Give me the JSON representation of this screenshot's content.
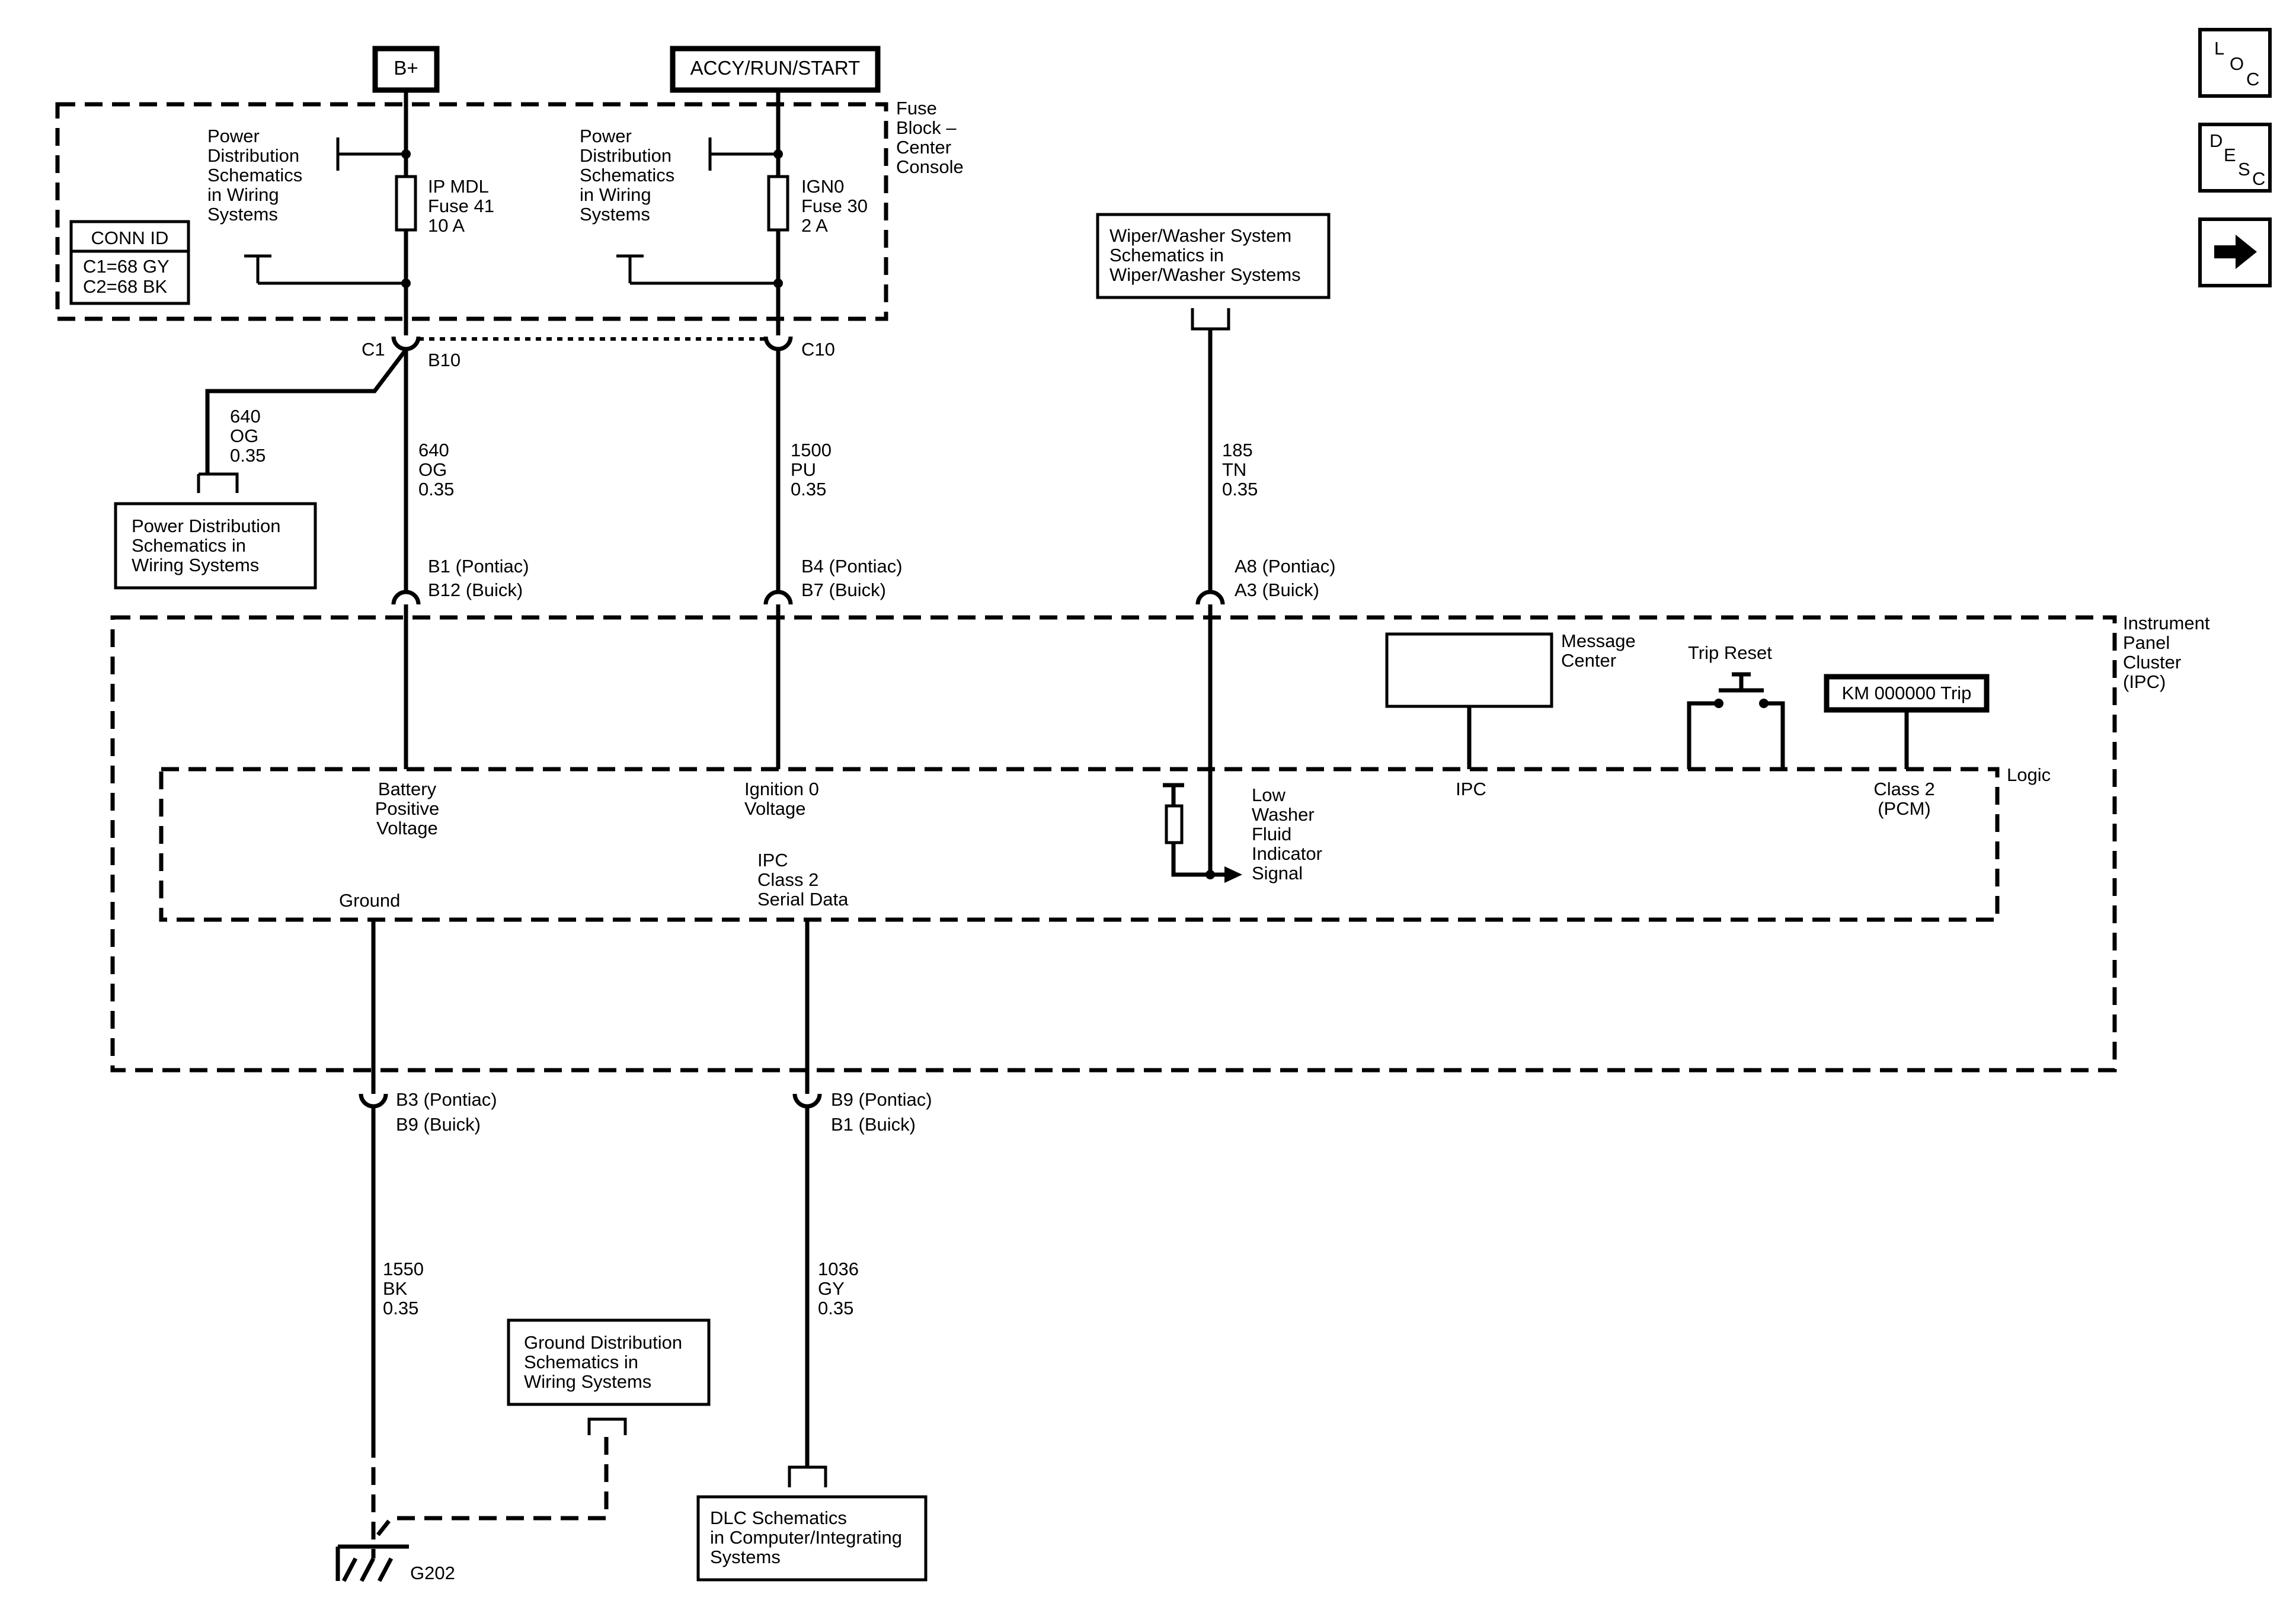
{
  "power_sources": {
    "bplus": "B+",
    "accy": "ACCY/RUN/START"
  },
  "fuse_block": {
    "title_lines": [
      "Fuse",
      "Block –",
      "Center",
      "Console"
    ],
    "conn_id": {
      "title": "CONN ID",
      "lines": [
        "C1=68 GY",
        "C2=68 BK"
      ]
    },
    "power_dist_left": [
      "Power",
      "Distribution",
      "Schematics",
      "in Wiring",
      "Systems"
    ],
    "power_dist_right": [
      "Power",
      "Distribution",
      "Schematics",
      "in Wiring",
      "Systems"
    ],
    "fuse_left": [
      "IP MDL",
      "Fuse 41",
      "10 A"
    ],
    "fuse_right": [
      "IGN0",
      "Fuse 30",
      "2 A"
    ]
  },
  "connectors": {
    "c1": "C1",
    "b10": "B10",
    "c10": "C10",
    "b1_pontiac": "B1 (Pontiac)",
    "b12_buick": "B12 (Buick)",
    "b4_pontiac": "B4 (Pontiac)",
    "b7_buick": "B7 (Buick)",
    "a8_pontiac": "A8 (Pontiac)",
    "a3_buick": "A3 (Buick)",
    "b3_pontiac": "B3 (Pontiac)",
    "b9_buick": "B9 (Buick)",
    "b9_pontiac": "B9 (Pontiac)",
    "b1_buick": "B1 (Buick)"
  },
  "wires": {
    "w640_branch": [
      "640",
      "OG",
      "0.35"
    ],
    "w640": [
      "640",
      "OG",
      "0.35"
    ],
    "w1500": [
      "1500",
      "PU",
      "0.35"
    ],
    "w185": [
      "185",
      "TN",
      "0.35"
    ],
    "w1550": [
      "1550",
      "BK",
      "0.35"
    ],
    "w1036": [
      "1036",
      "GY",
      "0.35"
    ]
  },
  "refs": {
    "power_dist_box": [
      "Power Distribution",
      "Schematics in",
      "Wiring Systems"
    ],
    "wiper_box": [
      "Wiper/Washer System",
      "Schematics in",
      "Wiper/Washer Systems"
    ],
    "ground_box": [
      "Ground Distribution",
      "Schematics in",
      "Wiring Systems"
    ],
    "dlc_box": [
      "DLC Schematics",
      "in Computer/Integrating",
      "Systems"
    ]
  },
  "ipc": {
    "title_lines": [
      "Instrument",
      "Panel",
      "Cluster",
      "(IPC)"
    ],
    "message_center": [
      "Message",
      "Center"
    ],
    "trip_reset": "Trip Reset",
    "km_trip": "KM 000000 Trip",
    "logic": "Logic",
    "battery": [
      "Battery",
      "Positive",
      "Voltage"
    ],
    "ignition": [
      "Ignition 0",
      "Voltage"
    ],
    "ipc_label": "IPC",
    "class2_pcm": [
      "Class 2",
      "(PCM)"
    ],
    "low_washer": [
      "Low",
      "Washer",
      "Fluid",
      "Indicator",
      "Signal"
    ],
    "serial": [
      "IPC",
      "Class 2",
      "Serial Data"
    ],
    "ground": "Ground"
  },
  "ground_point": "G202",
  "nav": {
    "loc": [
      "L",
      "O",
      "C"
    ],
    "desc": [
      "D",
      "E",
      "S",
      "C"
    ],
    "next": "arrow-right-icon"
  }
}
